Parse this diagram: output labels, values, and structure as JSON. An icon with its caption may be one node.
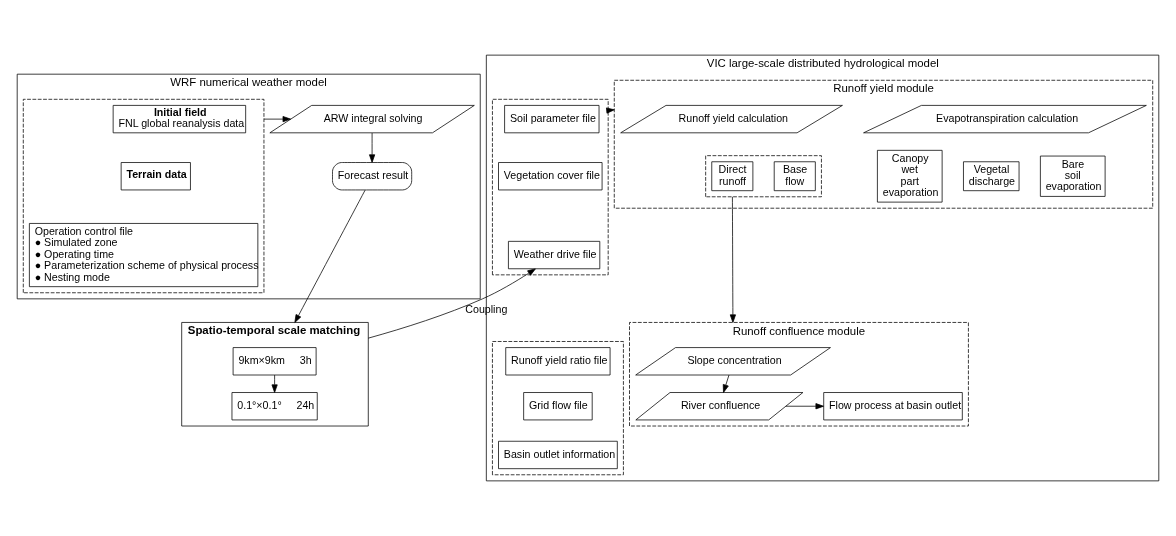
{
  "diagram": {
    "nodes": [
      {
        "text": [
          "WRF numerical weather model"
        ]
      },
      {
        "text": [],
        "shape": "box",
        "in": 0
      },
      {
        "text": [
          "Initial field",
          "FNL global reanalysis data"
        ],
        "in": 1
      },
      {
        "text": [
          "Terrain data"
        ],
        "in": 1
      },
      {
        "text": [
          "Operation control file",
          "● Simulated zone",
          "● Operating time",
          "● Parameterization scheme of physical process",
          "● Nesting mode"
        ],
        "in": 1
      },
      {
        "text": [
          "ARW integral solving"
        ],
        "in": 0
      },
      {
        "text": [
          "Forecast result"
        ],
        "in": 0
      },
      {
        "text": [
          "Spatio-temporal scale matching"
        ]
      },
      {
        "text": [
          "9km×9km",
          "3h"
        ],
        "in": 7
      },
      {
        "text": [
          "0.1°×0.1°",
          "24h"
        ],
        "in": 7
      },
      {
        "text": [
          "VIC large-scale distributed hydrological model"
        ]
      },
      {
        "text": [],
        "shape": "box",
        "in": 10
      },
      {
        "text": [
          "Soil parameter file"
        ],
        "in": 11
      },
      {
        "text": [
          "Vegetation cover file"
        ],
        "in": 11
      },
      {
        "text": [
          "Weather drive file"
        ],
        "in": 11
      },
      {
        "text": [
          "Runoff yield module"
        ],
        "in": 10
      },
      {
        "text": [
          "Runoff yield calculation"
        ],
        "in": 15
      },
      {
        "text": [
          "Evapotranspiration calculation"
        ],
        "in": 15
      },
      {
        "text": [],
        "shape": "box",
        "in": 15
      },
      {
        "text": [
          "Direct runoff"
        ],
        "in": 18
      },
      {
        "text": [
          "Base flow"
        ],
        "in": 18
      },
      {
        "text": [
          "Canopy wet part evaporation"
        ],
        "in": 15
      },
      {
        "text": [
          "Vegetal discharge"
        ],
        "in": 15
      },
      {
        "text": [
          "Bare soil evaporation"
        ],
        "in": 15
      },
      {
        "text": [],
        "shape": "box",
        "in": 10
      },
      {
        "text": [
          "Runoff yield ratio file"
        ],
        "in": 24
      },
      {
        "text": [
          "Grid flow file"
        ],
        "in": 24
      },
      {
        "text": [
          "Basin outlet information"
        ],
        "in": 24
      },
      {
        "text": [
          "Runoff confluence module"
        ],
        "in": 10
      },
      {
        "text": [
          "Slope concentration"
        ],
        "in": 28
      },
      {
        "text": [
          "River confluence"
        ],
        "in": 28
      },
      {
        "text": [
          "Flow process at basin outlet"
        ],
        "in": 28
      }
    ],
    "edges": [
      {
        "from": 1,
        "to": 5,
        "arrow": "to"
      },
      {
        "from": 5,
        "to": 6,
        "arrow": "to"
      },
      {
        "from": 6,
        "to": 7,
        "arrow": "to"
      },
      {
        "from": 8,
        "to": 9,
        "arrow": "to"
      },
      {
        "from": 7,
        "to": 14,
        "arrow": "to",
        "label": "Coupling"
      },
      {
        "from": 11,
        "to": 15,
        "arrow": "to"
      },
      {
        "from": 18,
        "to": 28,
        "arrow": "to"
      },
      {
        "from": 29,
        "to": 30,
        "arrow": "to"
      },
      {
        "from": 30,
        "to": 31,
        "arrow": "to"
      }
    ]
  }
}
